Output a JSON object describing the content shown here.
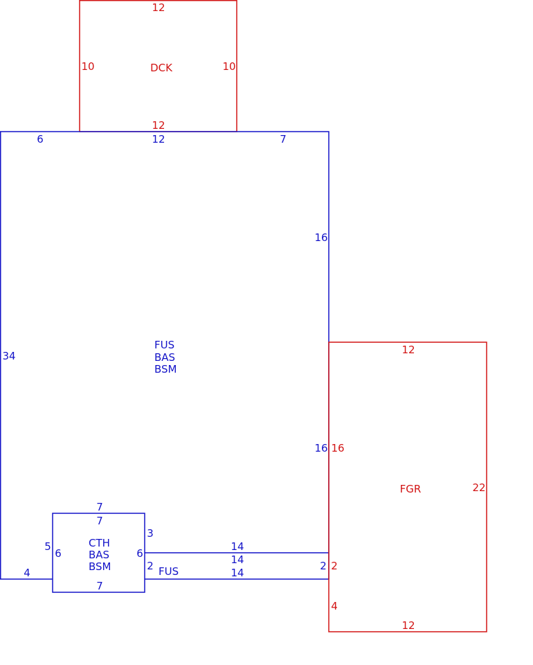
{
  "colors": {
    "existing": "#1414c8",
    "addition": "#d21414"
  },
  "areas": {
    "dck": {
      "code": "DCK",
      "dims": {
        "top": "12",
        "bottom": "12",
        "left": "10",
        "right": "10"
      }
    },
    "main": {
      "codes": [
        "FUS",
        "BAS",
        "BSM"
      ],
      "dims": {
        "top_left": "6",
        "top_mid": "12",
        "top_right": "7",
        "left": "34",
        "right_upper": "16",
        "right_lower": "16",
        "bottom_left": "4"
      }
    },
    "cth": {
      "codes": [
        "CTH",
        "BAS",
        "BSM"
      ],
      "dims": {
        "outer_top": "7",
        "inner_top": "7",
        "left_outer": "5",
        "left_inner": "6",
        "right_inner": "6",
        "right_upper": "3",
        "right_lower": "2",
        "bottom": "7"
      }
    },
    "fus_strip": {
      "code": "FUS",
      "dims": {
        "top": "14",
        "middle": "14",
        "bottom": "14",
        "right": "2"
      }
    },
    "fgr": {
      "code": "FGR",
      "dims": {
        "top": "12",
        "bottom": "12",
        "left": "16",
        "right": "22",
        "left_lower_a": "2",
        "left_lower_b": "4"
      }
    }
  }
}
